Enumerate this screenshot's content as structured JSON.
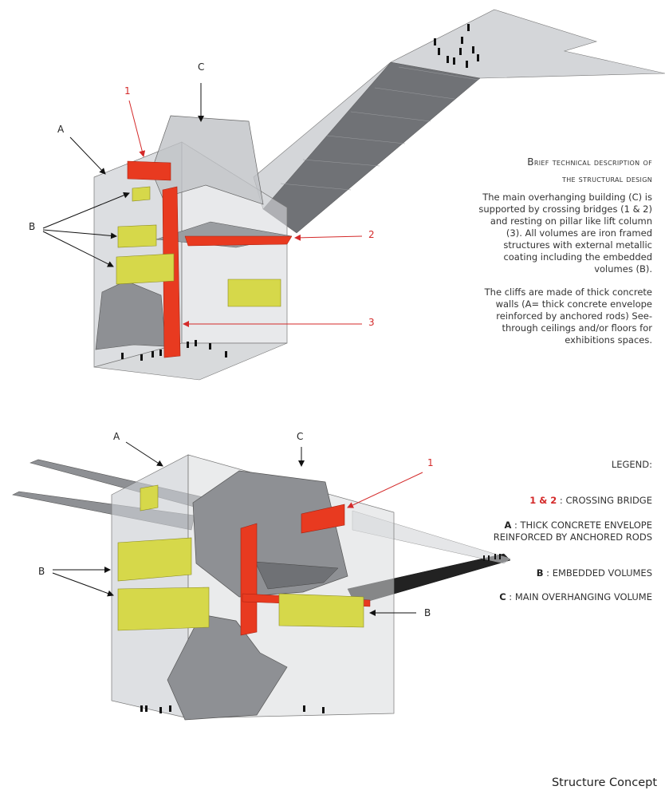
{
  "description": {
    "title_main": "Brief technical description of",
    "title_sub": "the structural design",
    "paragraphs": [
      "The main overhanging building (C) is supported by crossing bridges (1 & 2) and resting on pillar like lift column (3). All volumes are iron framed structures with external metallic coating including the embedded volumes (B).",
      "The cliffs are made of thick concrete walls (A= thick concrete envelope reinforced by anchored rods) See-through ceilings and/or floors for exhibitions spaces."
    ]
  },
  "legend": {
    "title": "LEGEND:",
    "items": [
      {
        "key": "1 & 2",
        "text": " : CROSSING BRIDGE"
      },
      {
        "key": "A",
        "text": " : THICK CONCRETE ENVELOPE REINFORCED BY ANCHORED RODS"
      },
      {
        "key": "B",
        "text": " : EMBEDDED VOLUMES"
      },
      {
        "key": "C",
        "text": " : MAIN OVERHANGING VOLUME"
      }
    ]
  },
  "top_labels": {
    "a": "A",
    "b": "B",
    "c": "C",
    "n1": "1",
    "n2": "2",
    "n3": "3"
  },
  "bottom_labels": {
    "a": "A",
    "b_left": "B",
    "b_right": "B",
    "c": "C",
    "n1": "1"
  },
  "caption": "Structure Concept",
  "colors": {
    "concrete": "#c9cdd2",
    "dark_grey": "#8e9094",
    "bridge_red": "#e83a20",
    "volume_yellow": "#d6d84a",
    "annotation_red": "#d42a2a"
  }
}
